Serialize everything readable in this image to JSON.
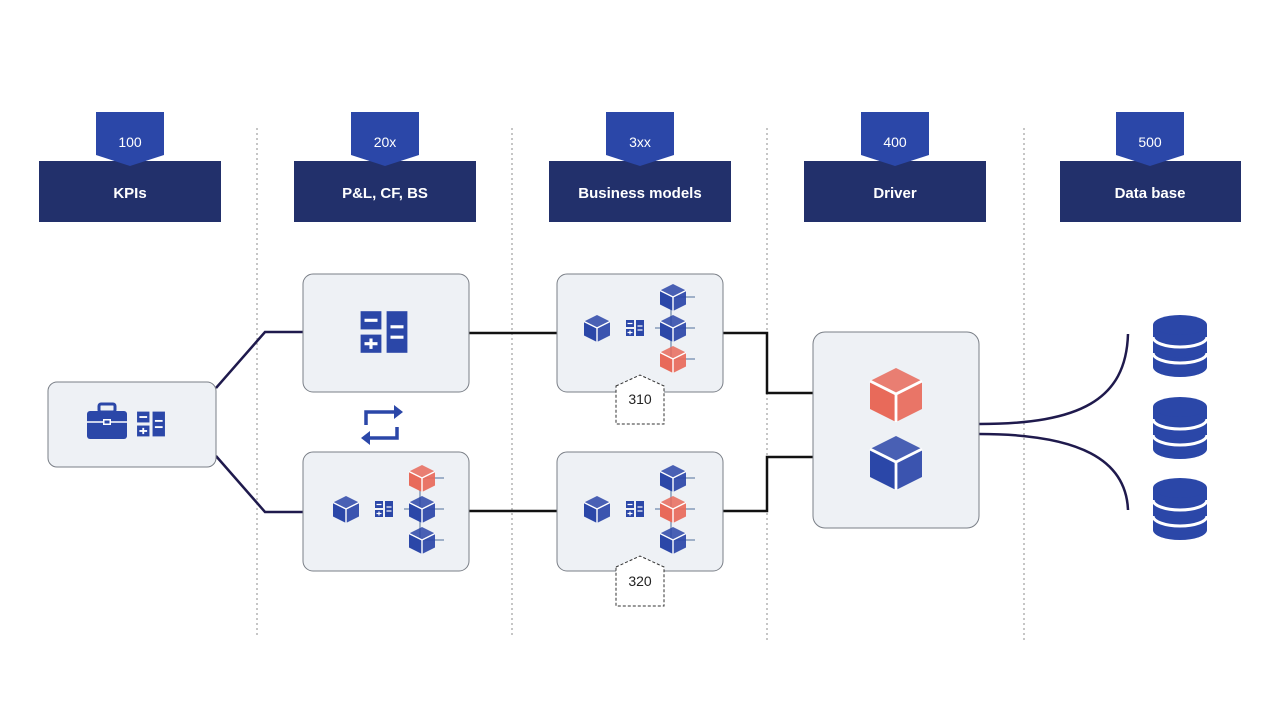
{
  "colors": {
    "header_bg": "#22306b",
    "tab_bg": "#2b47a8",
    "icon_blue": "#2b47a8",
    "icon_red": "#e86a5a",
    "box_fill": "#eef1f5",
    "box_stroke": "#7a7f87",
    "connector": "#1f1a4d",
    "tree_line": "#9fb0c8"
  },
  "columns": [
    {
      "code": "100",
      "title": "KPIs"
    },
    {
      "code": "20x",
      "title": "P&L, CF, BS"
    },
    {
      "code": "3xx",
      "title": "Business models"
    },
    {
      "code": "400",
      "title": "Driver"
    },
    {
      "code": "500",
      "title": "Data base"
    }
  ],
  "tags": {
    "upper": "310",
    "lower": "320"
  },
  "icons": {
    "kpi": [
      "briefcase-icon",
      "calculator-icon"
    ],
    "pl": "calculator-icon",
    "swap": "swap-arrows-icon",
    "model_tree": "cube-tree-icon",
    "driver": [
      "cube-icon-red",
      "cube-icon-blue"
    ],
    "database": "database-icon"
  }
}
